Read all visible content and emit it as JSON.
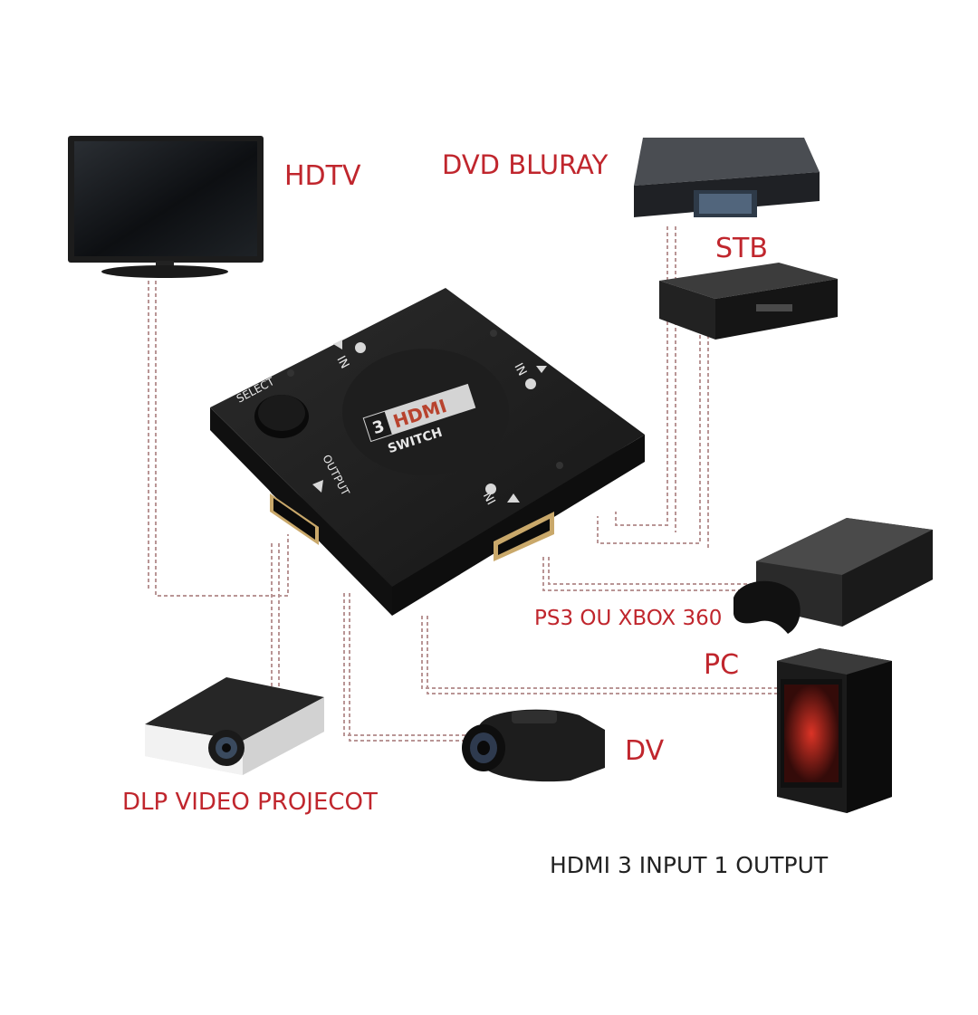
{
  "labels": {
    "hdtv": "HDTV",
    "dvd": "DVD BLURAY",
    "stb": "STB",
    "ps3": "PS3 OU XBOX 360",
    "pc": "PC",
    "dv": "DV",
    "projector": "DLP VIDEO PROJECOT"
  },
  "caption": "HDMI 3 INPUT 1 OUTPUT",
  "switch": {
    "select_label": "SELECT",
    "output_label": "OUTPUT",
    "in1_label": "IN",
    "in2_label": "IN",
    "in3_label": "IN",
    "logo_number": "3",
    "logo_text": "HDMI",
    "logo_sub": "SWITCH"
  },
  "colors": {
    "label_red": "#c0262d",
    "device_black": "#1b1b1b",
    "cable_dash": "#b99595",
    "caption_text": "#222222"
  }
}
